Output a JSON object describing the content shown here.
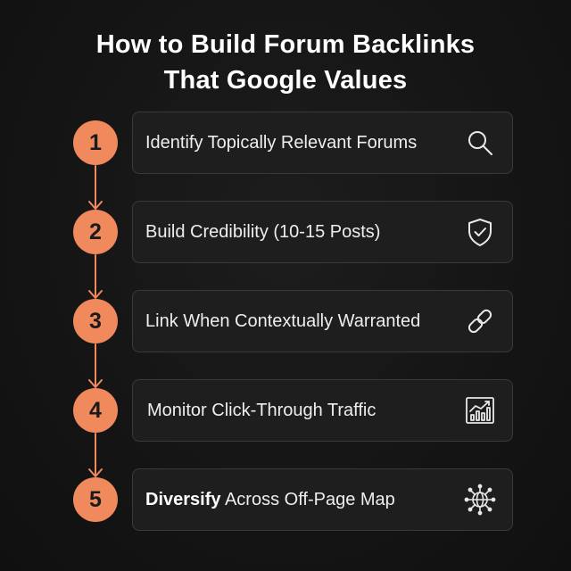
{
  "title": {
    "line1": "How to Build Forum Backlinks",
    "line2": "That Google Values"
  },
  "colors": {
    "accent": "#f08a5d",
    "background": "#141414",
    "card": "#1e1e1e",
    "card_border": "#3a3a3a",
    "text": "#eeeeee"
  },
  "steps": [
    {
      "number": "1",
      "label": "Identify Topically Relevant Forums",
      "icon": "search-icon"
    },
    {
      "number": "2",
      "label": "Build Credibility (10-15 Posts)",
      "icon": "shield-check-icon"
    },
    {
      "number": "3",
      "label": "Link When Contextually Warranted",
      "icon": "link-icon"
    },
    {
      "number": "4",
      "label": "Monitor Click-Through Traffic",
      "icon": "chart-icon"
    },
    {
      "number": "5",
      "label_bold": "Diversify",
      "label_rest": " Across Off-Page Map",
      "icon": "network-globe-icon"
    }
  ]
}
